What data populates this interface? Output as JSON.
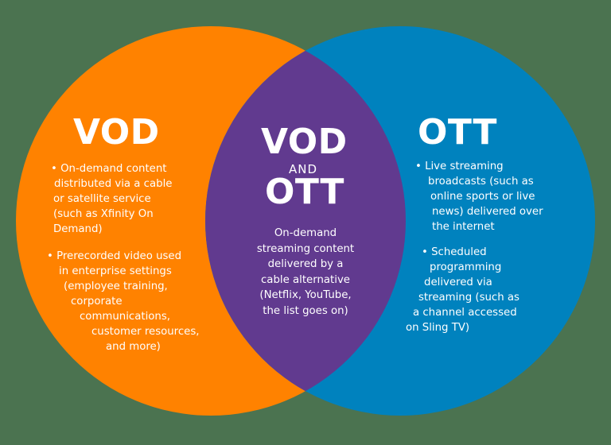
{
  "colors": {
    "background": "#4b7350",
    "vod_circle": "#ff8200",
    "ott_circle": "#0082be",
    "overlap": "#613a8f",
    "text": "#ffffff"
  },
  "vod": {
    "title": "VOD",
    "bullets": [
      {
        "lines": [
          "• On-demand content",
          "distributed via a cable",
          "or satellite service",
          "(such as Xfinity On",
          "Demand)"
        ]
      },
      {
        "lines": [
          "• Prerecorded video used",
          "in enterprise settings",
          "(employee training,",
          "corporate",
          "communications,",
          "customer resources,",
          "and more)"
        ]
      }
    ]
  },
  "overlap": {
    "title_top": "VOD",
    "title_and": "AND",
    "title_bottom": "OTT",
    "description_lines": [
      "On-demand",
      "streaming content",
      "delivered by a",
      "cable alternative",
      "(Netflix, YouTube,",
      "the list goes on)"
    ]
  },
  "ott": {
    "title": "OTT",
    "bullets": [
      {
        "lines": [
          "• Live streaming",
          "broadcasts (such as",
          "online sports or live",
          "news) delivered over",
          "the internet"
        ]
      },
      {
        "lines": [
          "• Scheduled",
          "programming",
          "delivered via",
          "streaming (such as",
          "a channel accessed",
          "on Sling TV)"
        ]
      }
    ]
  }
}
